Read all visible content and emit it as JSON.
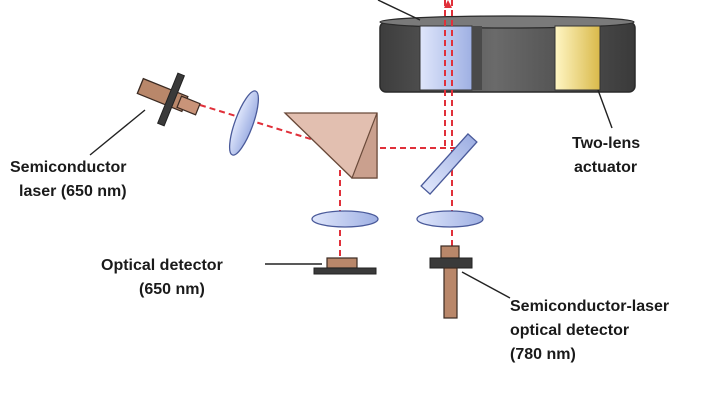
{
  "labels": {
    "laser_650": {
      "line1": "Semiconductor",
      "line2": "laser (650 nm)"
    },
    "optical_detector": {
      "line1": "Optical detector",
      "line2": "(650 nm)"
    },
    "two_lens_actuator": {
      "line1": "Two-lens",
      "line2": "actuator"
    },
    "laser_detector_780": {
      "line1": "Semiconductor-laser",
      "line2": "optical detector",
      "line3": "(780 nm)"
    }
  },
  "colors": {
    "beam": "#e0303a",
    "lens": "#b9c7ee",
    "prism": "#e2bfb0",
    "component": "#b9876a",
    "actuator_body": "#555555",
    "actuator_lens": "#e8d277"
  }
}
